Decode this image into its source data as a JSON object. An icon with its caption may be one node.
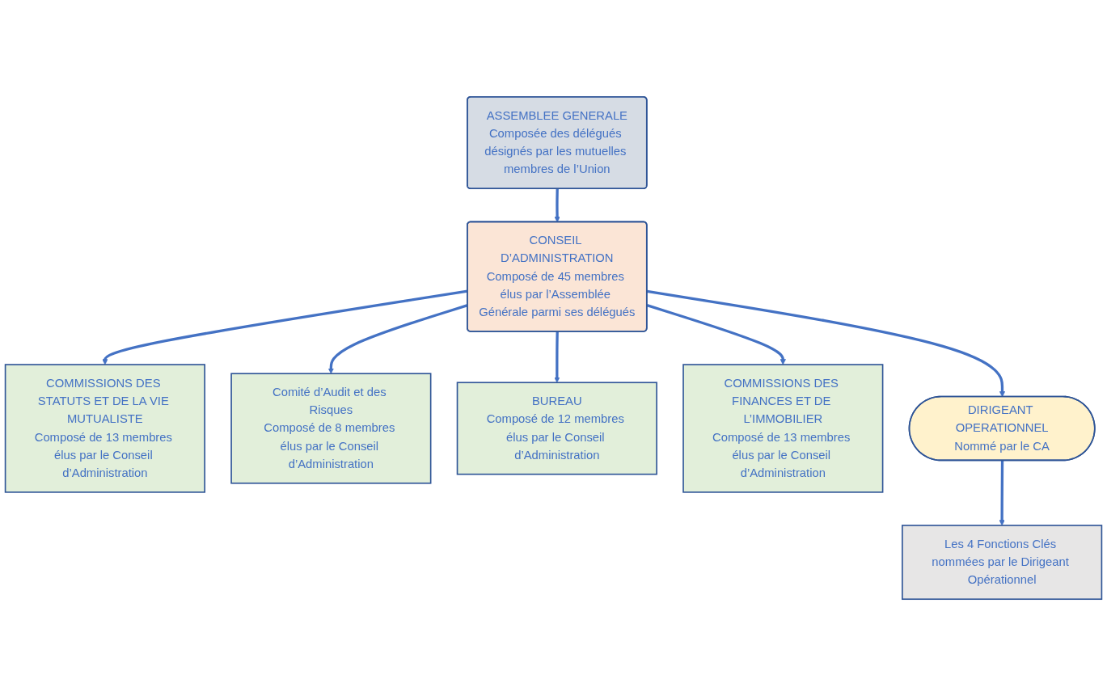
{
  "diagram": {
    "nodes": [
      {
        "text": [
          "ASSEMBLEE GENERALE",
          "Composée des délégués désignés par les mutuelles membres de l’Union"
        ]
      },
      {
        "text": [
          "COMMISSIONS DES STATUTS ET DE LA VIE MUTUALISTE",
          "Composé de 13 membres élus par le Conseil d’Administration"
        ]
      },
      {
        "text": [
          "CONSEIL D’ADMINISTRATION",
          "Composé de 45 membres élus par l’Assemblée Générale parmi ses délégués"
        ]
      },
      {
        "text": [
          "Comité d’Audit et des Risques",
          "Composé de 8 membres élus par le Conseil d’Administration"
        ]
      },
      {
        "text": [
          "BUREAU",
          "Composé de 12 membres élus par le Conseil d’Administration"
        ]
      },
      {
        "text": [
          "COMMISSIONS DES FINANCES ET DE L’IMMOBILIER",
          "Composé de 13 membres élus par le Conseil d’Administration"
        ]
      },
      {
        "text": [
          "DIRIGEANT OPERATIONNEL",
          "Nommé par le CA"
        ]
      },
      {
        "text": [
          "Les 4 Fonctions Clés nommées par le Dirigeant Opérationnel"
        ]
      }
    ],
    "edges": [
      {
        "from": 0,
        "to": 2,
        "arrow": "to"
      },
      {
        "from": 2,
        "to": 1,
        "arrow": "to"
      },
      {
        "from": 2,
        "to": 3,
        "arrow": "to"
      },
      {
        "from": 2,
        "to": 4,
        "arrow": "to"
      },
      {
        "from": 2,
        "to": 5,
        "arrow": "to"
      },
      {
        "from": 2,
        "to": 6,
        "arrow": "to"
      },
      {
        "from": 6,
        "to": 7,
        "arrow": "to"
      }
    ]
  }
}
